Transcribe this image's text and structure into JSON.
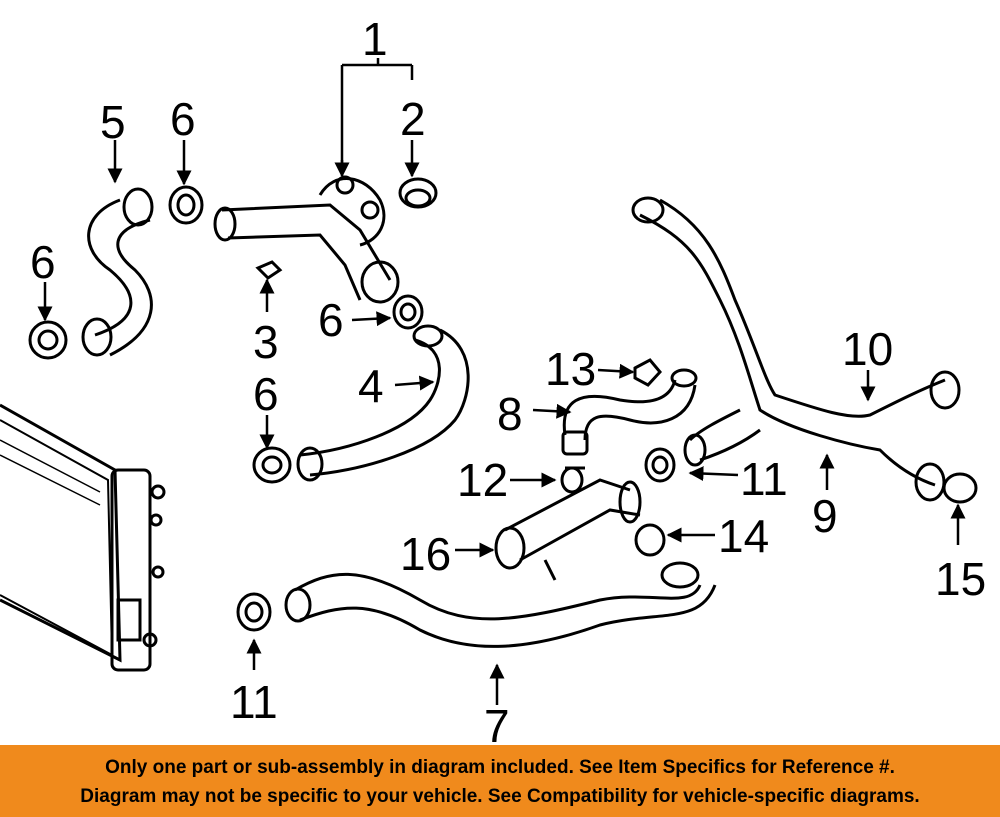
{
  "diagram": {
    "callouts": [
      "1",
      "2",
      "3",
      "4",
      "5",
      "6",
      "6",
      "6",
      "6",
      "7",
      "8",
      "9",
      "10",
      "11",
      "11",
      "12",
      "13",
      "14",
      "15",
      "16"
    ]
  },
  "banner": {
    "line1": "Only one part or sub-assembly in diagram included. See Item Specifics for Reference #.",
    "line2": "Diagram may not be specific to your vehicle. See Compatibility for vehicle-specific diagrams."
  },
  "colors": {
    "banner_background": "#f08a1c",
    "line_art": "#000000"
  }
}
